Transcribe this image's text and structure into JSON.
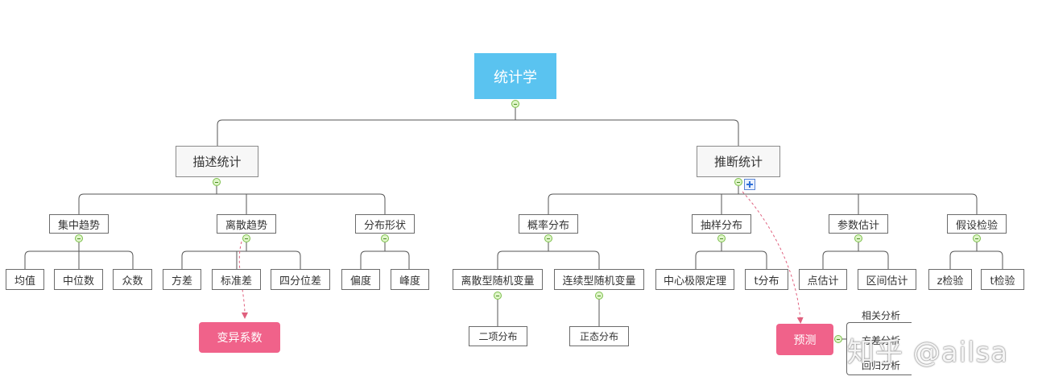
{
  "root": "统计学",
  "branches": {
    "descriptive": "描述统计",
    "inferential": "推断统计"
  },
  "descriptive": {
    "central_tendency": {
      "label": "集中趋势",
      "items": [
        "均值",
        "中位数",
        "众数"
      ]
    },
    "dispersion": {
      "label": "离散趋势",
      "items": [
        "方差",
        "标准差",
        "四分位差"
      ]
    },
    "shape": {
      "label": "分布形状",
      "items": [
        "偏度",
        "峰度"
      ]
    }
  },
  "inferential": {
    "probability": {
      "label": "概率分布",
      "discrete": {
        "label": "离散型随机变量",
        "child": "二项分布"
      },
      "continuous": {
        "label": "连续型随机变量",
        "child": "正态分布"
      }
    },
    "sampling": {
      "label": "抽样分布",
      "items": [
        "中心极限定理",
        "t分布"
      ]
    },
    "estimation": {
      "label": "参数估计",
      "items": [
        "点估计",
        "区间估计"
      ]
    },
    "testing": {
      "label": "假设检验",
      "items": [
        "z检验",
        "t检验"
      ]
    }
  },
  "floating": {
    "variation_coefficient": "变异系数",
    "prediction": "预测",
    "prediction_items": [
      "相关分析",
      "方差分析",
      "回归分析"
    ]
  },
  "watermark": "知乎 @ailsa",
  "colors": {
    "root_bg": "#5ac3f0",
    "callout_bg": "#f0628a",
    "toggle_green": "#7cbf4b",
    "relation_line": "#e0607e"
  }
}
